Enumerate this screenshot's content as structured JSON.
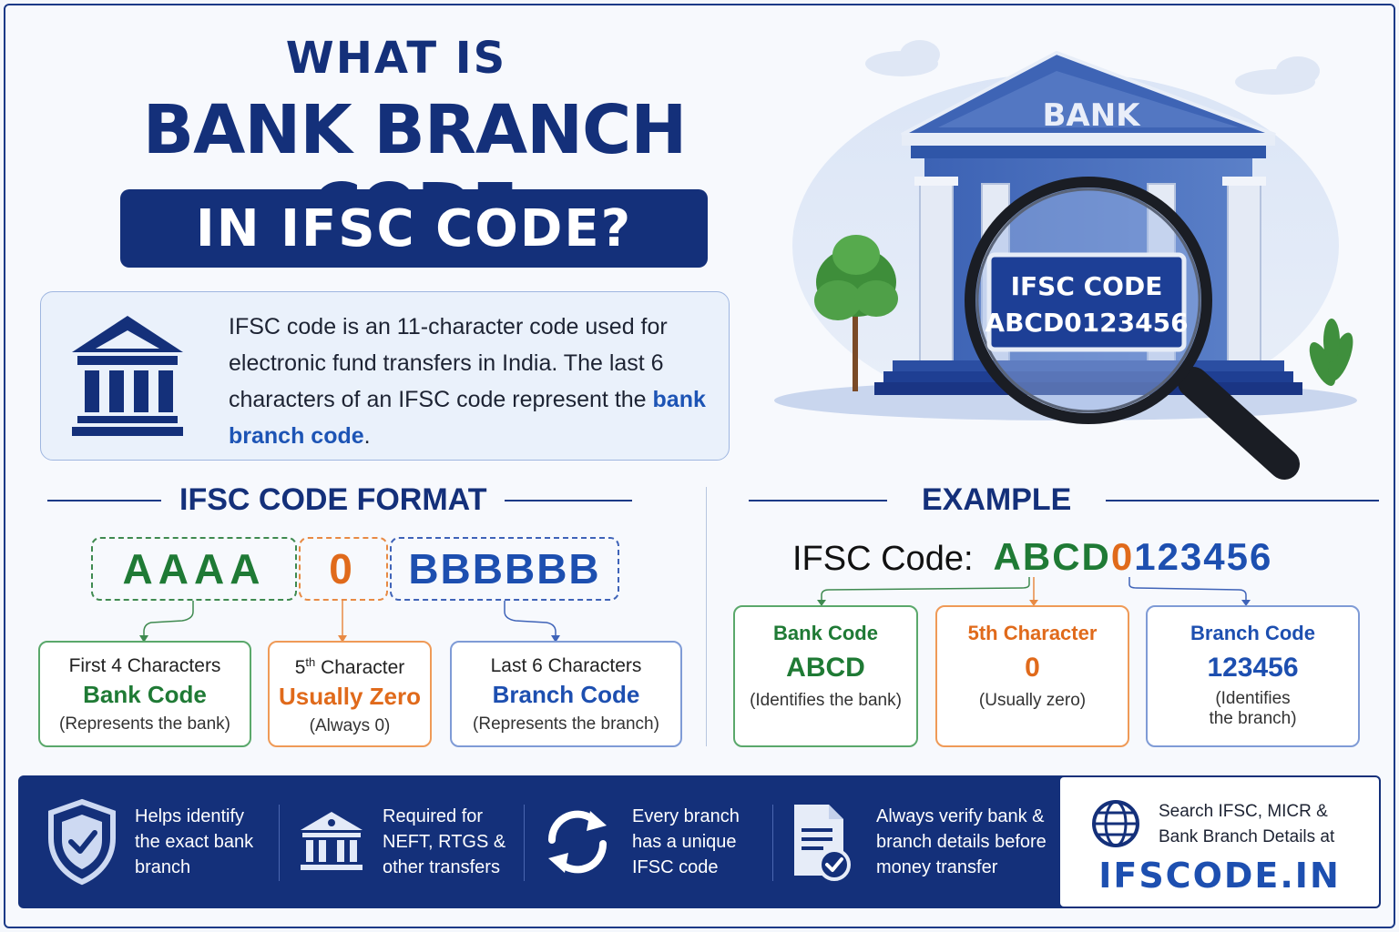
{
  "title": {
    "line1": "WHAT IS",
    "line2": "BANK BRANCH CODE",
    "line3": "IN IFSC CODE?"
  },
  "intro": {
    "text_before": "IFSC code is an 11-character code used for electronic fund transfers in India. The last 6 characters of an IFSC code represent the ",
    "highlight": "bank branch code",
    "text_after": "."
  },
  "illustration": {
    "building_label": "BANK",
    "sign_line1": "IFSC CODE",
    "sign_line2": "ABCD0123456"
  },
  "format": {
    "heading": "IFSC CODE FORMAT",
    "part_bank": "AAAA",
    "part_zero": "0",
    "part_branch": "BBBBBB",
    "cards": [
      {
        "top": "First 4 Characters",
        "main": "Bank Code",
        "sub": "(Represents the bank)"
      },
      {
        "top_num": "5",
        "top_sup": "th",
        "top_rest": " Character",
        "main": "Usually Zero",
        "sub": "(Always 0)"
      },
      {
        "top": "Last 6 Characters",
        "main": "Branch Code",
        "sub": "(Represents the branch)"
      }
    ]
  },
  "example": {
    "heading": "EXAMPLE",
    "label": "IFSC Code:",
    "code_bank": "ABCD",
    "code_zero": "0",
    "code_branch": "123456",
    "cards": [
      {
        "title": "Bank Code",
        "value": "ABCD",
        "sub": "(Identifies the bank)"
      },
      {
        "title": "5th Character",
        "value": "0",
        "sub": "(Usually zero)"
      },
      {
        "title": "Branch Code",
        "value": "123456",
        "sub1": "(Identifies",
        "sub2": "the branch)"
      }
    ]
  },
  "footer": {
    "items": [
      {
        "icon": "shield-check-icon",
        "l1": "Helps identify",
        "l2": "the exact bank",
        "l3": "branch"
      },
      {
        "icon": "bank-icon",
        "l1": "Required for",
        "l2": "NEFT, RTGS &",
        "l3": "other transfers"
      },
      {
        "icon": "refresh-icon",
        "l1": "Every branch",
        "l2": "has a unique",
        "l3": "IFSC code"
      },
      {
        "icon": "document-check-icon",
        "l1": "Always verify bank &",
        "l2": "branch details before",
        "l3": "money transfer"
      }
    ],
    "site": {
      "l1": "Search IFSC, MICR &",
      "l2": "Bank Branch Details at",
      "url": "IFSCODE.IN"
    }
  },
  "colors": {
    "navy": "#14307a",
    "green": "#1f7a35",
    "orange": "#e06a1b",
    "blue": "#1d4fb0"
  }
}
